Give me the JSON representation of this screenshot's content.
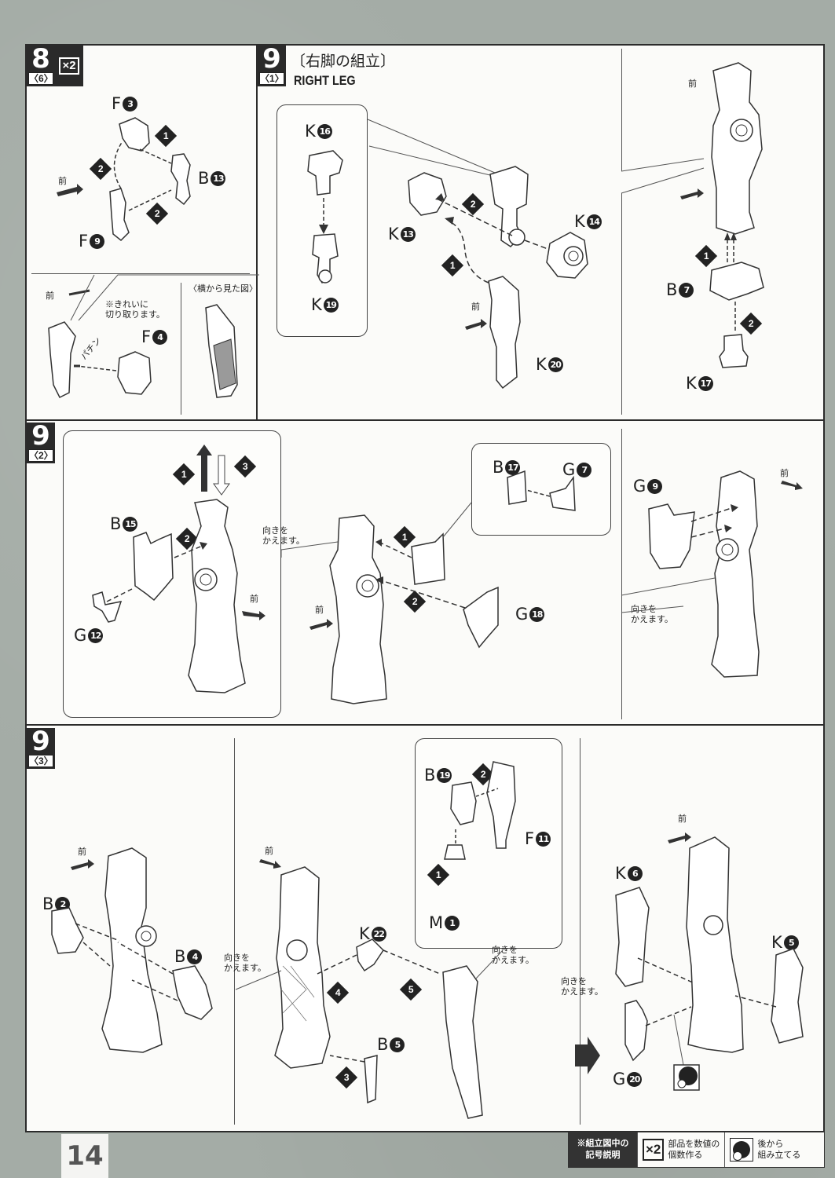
{
  "page_number": "14",
  "front_marker": "前",
  "turn_note": "向きを\nかえます。",
  "step8": {
    "number": "8",
    "sub": "〈6〉",
    "multiplier": "×2",
    "parts": {
      "f3": {
        "letter": "F",
        "num": "3"
      },
      "b13": {
        "letter": "B",
        "num": "13"
      },
      "f9": {
        "letter": "F",
        "num": "9"
      },
      "f4": {
        "letter": "F",
        "num": "4"
      }
    },
    "order": [
      "1",
      "2",
      "2"
    ],
    "note_cut": "※きれいに\n切り取ります。",
    "snap_sound": "パチン",
    "side_view_label": "〈横から見た図〉"
  },
  "step9_1": {
    "number": "9",
    "sub": "〈1〉",
    "title_jp": "〔右脚の組立〕",
    "title_en": "RIGHT LEG",
    "parts": {
      "k16": {
        "letter": "K",
        "num": "16"
      },
      "k19": {
        "letter": "K",
        "num": "19"
      },
      "k13": {
        "letter": "K",
        "num": "13"
      },
      "k14": {
        "letter": "K",
        "num": "14"
      },
      "k20": {
        "letter": "K",
        "num": "20"
      },
      "b7": {
        "letter": "B",
        "num": "7"
      },
      "k17": {
        "letter": "K",
        "num": "17"
      }
    },
    "order": [
      "1",
      "2",
      "1",
      "2"
    ]
  },
  "step9_2": {
    "number": "9",
    "sub": "〈2〉",
    "parts": {
      "b15": {
        "letter": "B",
        "num": "15"
      },
      "g12": {
        "letter": "G",
        "num": "12"
      },
      "b17": {
        "letter": "B",
        "num": "17"
      },
      "g7": {
        "letter": "G",
        "num": "7"
      },
      "g18": {
        "letter": "G",
        "num": "18"
      },
      "g9": {
        "letter": "G",
        "num": "9"
      }
    },
    "order": [
      "1",
      "2",
      "3",
      "1",
      "2"
    ]
  },
  "step9_3": {
    "number": "9",
    "sub": "〈3〉",
    "parts": {
      "b2": {
        "letter": "B",
        "num": "2"
      },
      "b4": {
        "letter": "B",
        "num": "4"
      },
      "k22": {
        "letter": "K",
        "num": "22"
      },
      "b5": {
        "letter": "B",
        "num": "5"
      },
      "b19": {
        "letter": "B",
        "num": "19"
      },
      "f11": {
        "letter": "F",
        "num": "11"
      },
      "m1": {
        "letter": "M",
        "num": "1"
      },
      "k6": {
        "letter": "K",
        "num": "6"
      },
      "k5": {
        "letter": "K",
        "num": "5"
      },
      "g20": {
        "letter": "G",
        "num": "20"
      }
    },
    "order": [
      "1",
      "2",
      "3",
      "4",
      "5"
    ]
  },
  "legend": {
    "heading": "※組立図中の\n記号説明",
    "x2_symbol": "×2",
    "x2_text": "部品を数値の\n個数作る",
    "back_text": "後から\n組み立てる"
  }
}
